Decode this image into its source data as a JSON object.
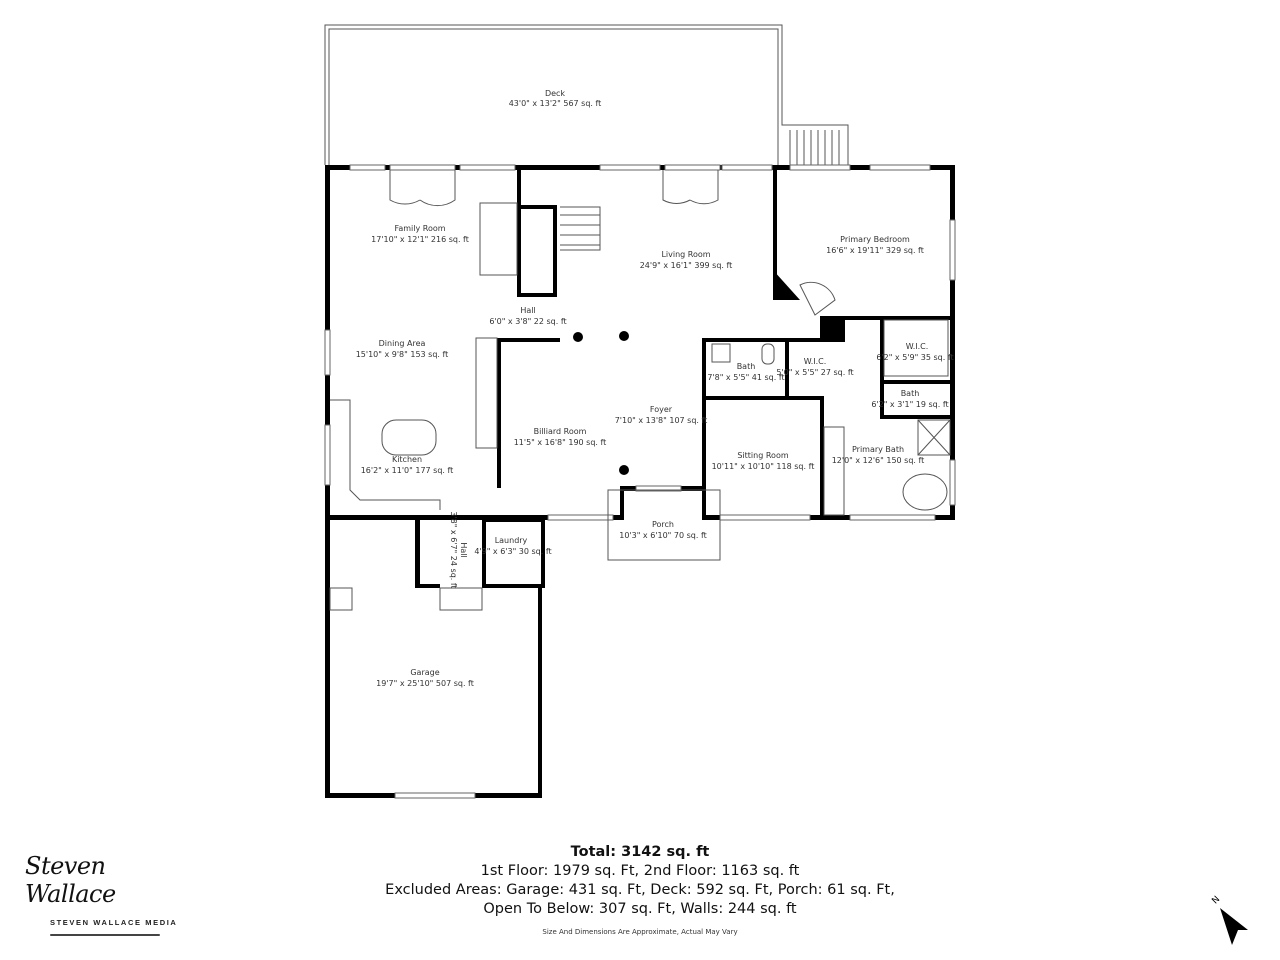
{
  "rooms": {
    "deck": {
      "name": "Deck",
      "size": "43'0\" x 13'2\" 567 sq. ft"
    },
    "family_room": {
      "name": "Family Room",
      "size": "17'10\" x 12'1\" 216 sq. ft"
    },
    "living_room": {
      "name": "Living Room",
      "size": "24'9\" x 16'1\" 399 sq. ft"
    },
    "primary_bedroom": {
      "name": "Primary Bedroom",
      "size": "16'6\" x 19'11\" 329 sq. ft"
    },
    "hall_1": {
      "name": "Hall",
      "size": "6'0\" x 3'8\" 22 sq. ft"
    },
    "dining_area": {
      "name": "Dining Area",
      "size": "15'10\" x 9'8\" 153 sq. ft"
    },
    "bath_1": {
      "name": "Bath",
      "size": "7'8\" x 5'5\" 41 sq. ft"
    },
    "wic_1": {
      "name": "W.I.C.",
      "size": "5'0\" x 5'5\" 27 sq. ft"
    },
    "wic_2": {
      "name": "W.I.C.",
      "size": "6'2\" x 5'9\" 35 sq. ft"
    },
    "bath_2": {
      "name": "Bath",
      "size": "6'2\" x 3'1\" 19 sq. ft"
    },
    "foyer": {
      "name": "Foyer",
      "size": "7'10\" x 13'8\" 107 sq. ft"
    },
    "billiard_room": {
      "name": "Billiard Room",
      "size": "11'5\" x 16'8\" 190 sq. ft"
    },
    "kitchen": {
      "name": "Kitchen",
      "size": "16'2\" x 11'0\" 177 sq. ft"
    },
    "sitting_room": {
      "name": "Sitting Room",
      "size": "10'11\" x 10'10\" 118 sq. ft"
    },
    "primary_bath": {
      "name": "Primary Bath",
      "size": "12'0\" x 12'6\" 150 sq. ft"
    },
    "porch": {
      "name": "Porch",
      "size": "10'3\" x 6'10\" 70 sq. ft"
    },
    "laundry": {
      "name": "Laundry",
      "size": "4'9\" x 6'3\" 30 sq. ft"
    },
    "hall_2": {
      "name": "Hall",
      "size": "3'8\" x 6'7\" 24 sq. ft"
    },
    "garage": {
      "name": "Garage",
      "size": "19'7\" x 25'10\" 507 sq. ft"
    }
  },
  "summary": {
    "total": "Total: 3142 sq. ft",
    "floors": "1st Floor: 1979 sq. Ft, 2nd Floor: 1163 sq. ft",
    "excluded": "Excluded Areas: Garage: 431 sq. Ft, Deck: 592 sq. Ft, Porch: 61 sq. Ft,",
    "other": "Open To Below: 307 sq. Ft, Walls: 244 sq. ft",
    "disclaimer": "Size And Dimensions Are Approximate, Actual May Vary"
  },
  "logo": {
    "signature": "Steven Wallace",
    "brand": "STEVEN WALLACE MEDIA"
  },
  "compass": {
    "label": "N"
  }
}
